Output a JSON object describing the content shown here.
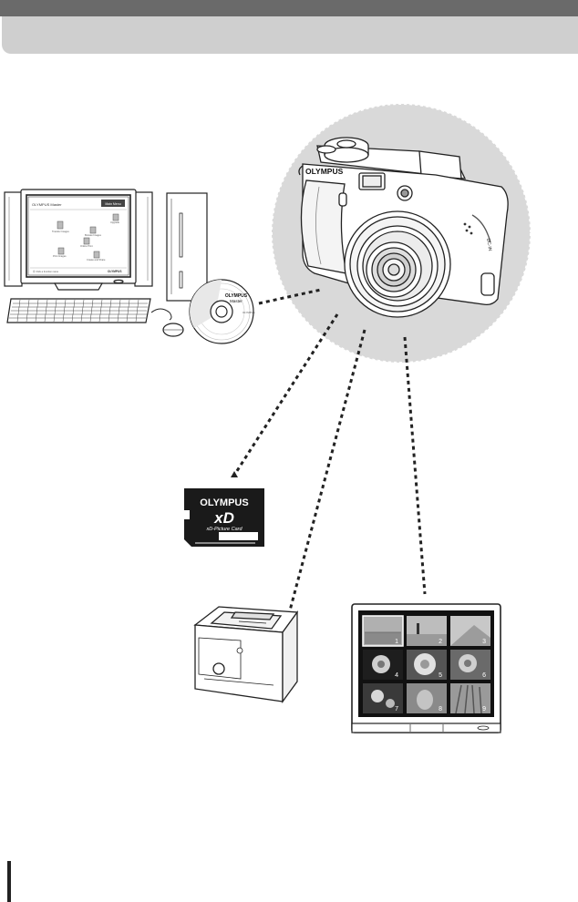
{
  "camera": {
    "brand": "OLYMPUS"
  },
  "software_window": {
    "title": "OLYMPUS Master",
    "menu": "Main Menu",
    "status": "Ⓞ Click a function name",
    "brand": "OLYMPUS",
    "icons": [
      "Transfer Images",
      "Browse Images",
      "Upgrade",
      "Online Print",
      "Print Images",
      "Create and Share"
    ]
  },
  "cd": {
    "line1": "OLYMPUS",
    "line2": "Master",
    "rim": "OLYMPUS"
  },
  "card": {
    "brand": "OLYMPUS",
    "logo": "xD",
    "name": "xD-Picture Card"
  },
  "tv": {
    "thumbnails": [
      "1",
      "2",
      "3",
      "4",
      "5",
      "6",
      "7",
      "8",
      "9"
    ]
  },
  "colors": {
    "header_dark": "#6a6a6a",
    "header_light": "#cfcfcf",
    "halo": "#d9d9d9"
  }
}
